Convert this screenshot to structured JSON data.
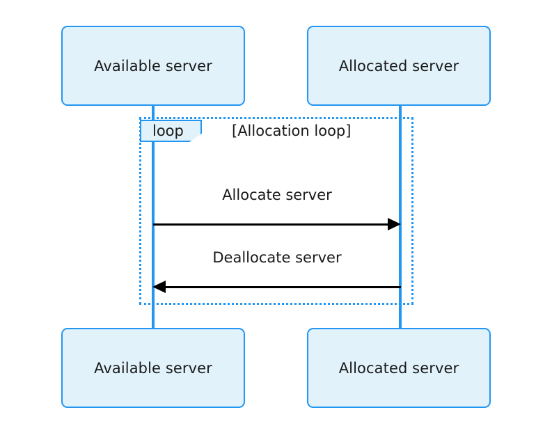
{
  "diagram": {
    "type": "uml-sequence-diagram",
    "background_color": "#ffffff",
    "accent_color": "#2196f3",
    "box_fill_color": "#e1f2fb",
    "text_color": "#1a1a1a",
    "arrow_color": "#000000"
  },
  "participants": {
    "available_top": "Available server",
    "allocated_top": "Allocated server",
    "available_bottom": "Available server",
    "allocated_bottom": "Allocated server"
  },
  "fragment": {
    "operator": "loop",
    "guard": "[Allocation loop]"
  },
  "messages": [
    {
      "label": "Allocate server",
      "from": "Available server",
      "to": "Allocated server",
      "direction": "right",
      "arrow": "solid-filled"
    },
    {
      "label": "Deallocate server",
      "from": "Allocated server",
      "to": "Available server",
      "direction": "left",
      "arrow": "solid-filled"
    }
  ]
}
